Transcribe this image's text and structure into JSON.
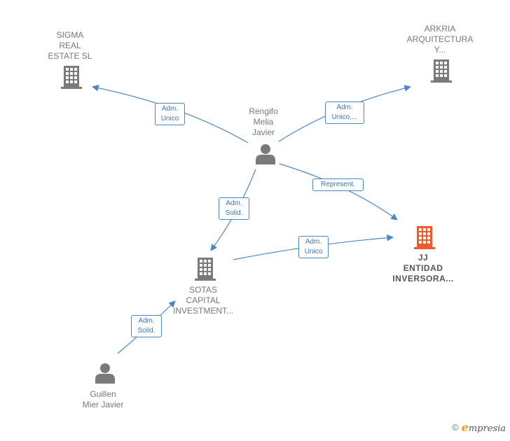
{
  "colors": {
    "edge": "#4a86c8",
    "company": "#7a7a7a",
    "main_company": "#f05a28",
    "person": "#7a7a7a"
  },
  "nodes": {
    "sigma": [
      "SIGMA",
      "REAL",
      "ESTATE SL"
    ],
    "arkria": [
      "ARKRIA",
      "ARQUITECTURA",
      "Y..."
    ],
    "rengifo": [
      "Rengifo",
      "Melia",
      "Javier"
    ],
    "sotas": [
      "SOTAS",
      "CAPITAL",
      "INVESTMENT..."
    ],
    "jj": [
      "JJ",
      "ENTIDAD",
      "INVERSORA..."
    ],
    "guillen": [
      "Guillen",
      "Mier Javier"
    ]
  },
  "edges": {
    "rengifo_sigma": [
      "Adm.",
      "Unico"
    ],
    "rengifo_arkria": [
      "Adm.",
      "Unico,..."
    ],
    "rengifo_jj": [
      "Represent."
    ],
    "rengifo_sotas": [
      "Adm.",
      "Solid."
    ],
    "sotas_jj": [
      "Adm.",
      "Unico"
    ],
    "guillen_sotas": [
      "Adm.",
      "Solid."
    ]
  },
  "footer": {
    "copyright": "©",
    "brand_first": "e",
    "brand_rest": "mpresia"
  }
}
